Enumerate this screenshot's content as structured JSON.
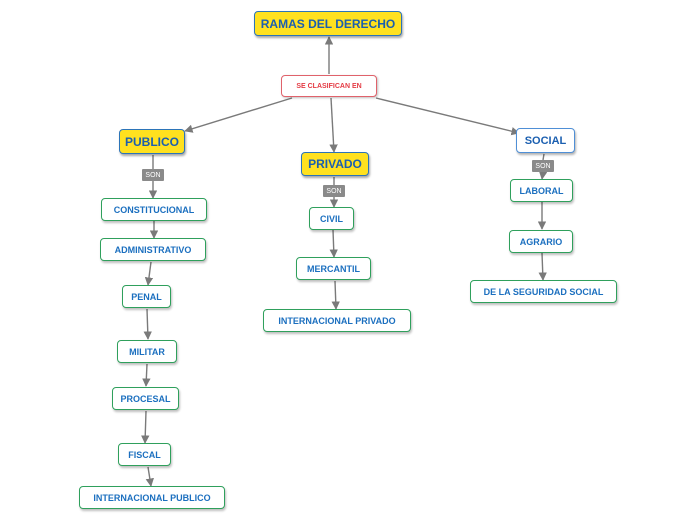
{
  "root": "RAMAS DEL DERECHO",
  "connector": "SE CLASIFICAN EN",
  "branches": {
    "publico": {
      "label": "PUBLICO",
      "tag": "SON",
      "items": [
        "CONSTITUCIONAL",
        "ADMINISTRATIVO",
        "PENAL",
        "MILITAR",
        "PROCESAL",
        "FISCAL",
        "INTERNACIONAL PUBLICO"
      ]
    },
    "privado": {
      "label": "PRIVADO",
      "tag": "SON",
      "items": [
        "CIVIL",
        "MERCANTIL",
        "INTERNACIONAL PRIVADO"
      ]
    },
    "social": {
      "label": "SOCIAL",
      "tag": "SON",
      "items": [
        "LABORAL",
        "AGRARIO",
        "DE LA SEGURIDAD SOCIAL"
      ]
    }
  },
  "colors": {
    "main_fill": "#ffe11f",
    "main_text": "#1b5fb0",
    "connector_text": "#e43b44",
    "leaf_border": "#2fa05c",
    "arrow": "#7a7a7a",
    "tag_fill": "#8a8a8a"
  }
}
